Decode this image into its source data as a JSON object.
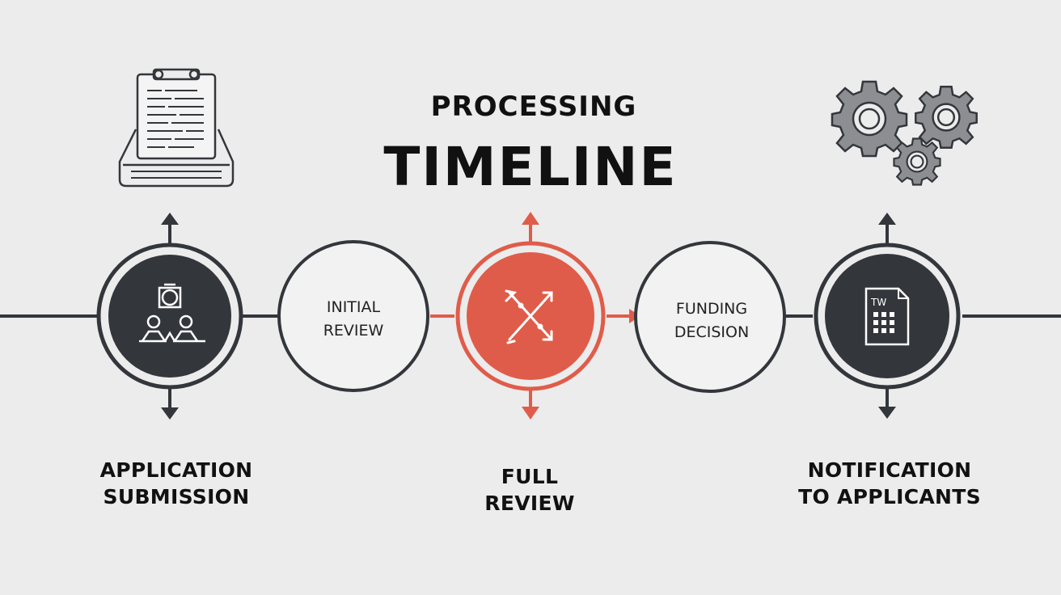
{
  "title": {
    "line1": "PROCESSING",
    "line2": "TIMELINE"
  },
  "steps": [
    {
      "name": "application-submission",
      "lines": [
        "APPLICATION",
        "SUBMISSION"
      ]
    },
    {
      "name": "initial-review",
      "lines": [
        "INITIAL",
        "REVIEW"
      ]
    },
    {
      "name": "full-review",
      "lines": [
        "FULL",
        "REVIEW"
      ]
    },
    {
      "name": "funding-decision",
      "lines": [
        "FUNDING",
        "DECISION"
      ]
    },
    {
      "name": "notification-to-applicants",
      "lines": [
        "NOTIFICATION",
        "TO APPLICANTS"
      ]
    }
  ],
  "document_icon_text": "TW",
  "icons": [
    "clipboard-icon",
    "people-network-icon",
    "shuffle-arrows-icon",
    "spreadsheet-document-icon",
    "gears-icon"
  ],
  "colors": {
    "dark": "#33363b",
    "accent": "#e05c4a",
    "background": "#ececec",
    "text": "#111111"
  }
}
